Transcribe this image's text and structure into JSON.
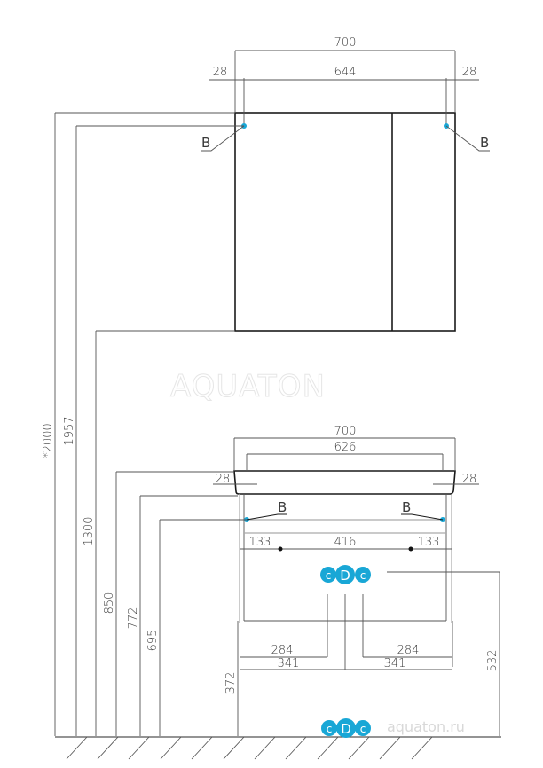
{
  "watermark": "AQUATON",
  "site_url": "aquaton.ru",
  "logo": {
    "letters": [
      "c",
      "D",
      "c"
    ],
    "color": "#19a7d6"
  },
  "mirror_cabinet": {
    "overall_width": "700",
    "inner_width": "644",
    "left_offset": "28",
    "right_offset": "28",
    "mount_label_left": "B",
    "mount_label_right": "B"
  },
  "vanity": {
    "overall_width": "700",
    "inner_width": "626",
    "left_offset": "28",
    "right_offset": "28",
    "mount_label_left": "B",
    "mount_label_right": "B",
    "hole_left": "133",
    "hole_center": "416",
    "hole_right": "133",
    "pipe_left_inner": "284",
    "pipe_right_inner": "284",
    "pipe_left_outer": "341",
    "pipe_right_outer": "341",
    "pipe_height": "532",
    "bottom_height": "372"
  },
  "heights": {
    "total": "*2000",
    "mirror_top": "1957",
    "mirror_bottom": "1300",
    "sink_top": "850",
    "sink_bottom": "772",
    "mount_height": "695"
  },
  "colors": {
    "accent": "#19a7d6",
    "line": "#1a1a1a"
  }
}
